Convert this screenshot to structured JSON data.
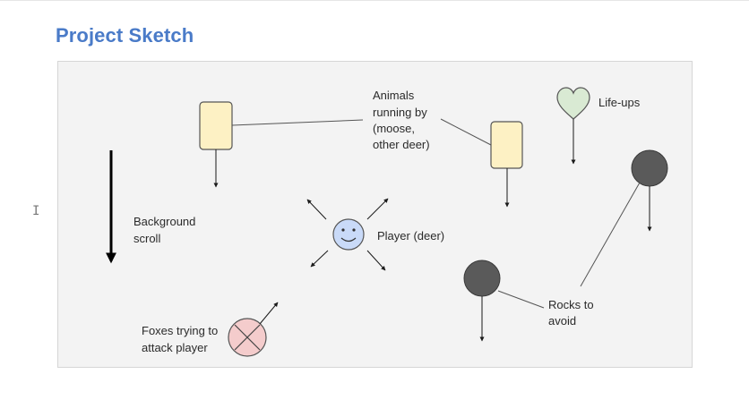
{
  "page": {
    "title": "Project Sketch",
    "cursor": "I"
  },
  "diagram": {
    "labels": {
      "animals": [
        "Animals",
        "running by",
        "(moose,",
        "other deer)"
      ],
      "life_ups": "Life-ups",
      "background": [
        "Background",
        "scroll"
      ],
      "player": "Player (deer)",
      "rocks": [
        "Rocks to",
        "avoid"
      ],
      "foxes": [
        "Foxes trying to",
        "attack player"
      ]
    },
    "colors": {
      "title": "#4a7bc8",
      "animal_fill": "#fdf1c4",
      "heart_fill": "#d9ead3",
      "player_fill": "#c9daf8",
      "rock_fill": "#5a5a5a",
      "fox_fill": "#f4cccc",
      "canvas_bg": "#f3f3f3"
    },
    "icons": {
      "animal": "rounded-rectangle",
      "life_up": "heart-icon",
      "player": "smiley-face-icon",
      "rock": "dark-circle",
      "fox": "crossed-circle-icon"
    }
  }
}
